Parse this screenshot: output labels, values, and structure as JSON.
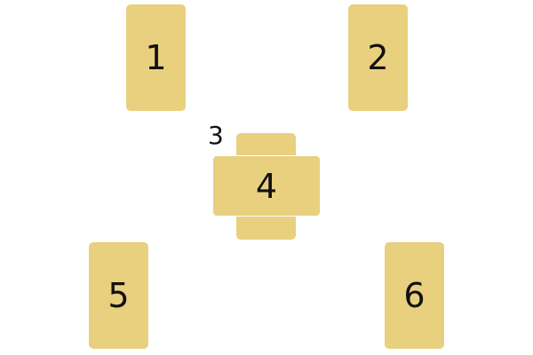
{
  "color": "#e8d07e",
  "cards": [
    {
      "label": "1"
    },
    {
      "label": "2"
    },
    {
      "label": "3"
    },
    {
      "label": "4"
    },
    {
      "label": "5"
    },
    {
      "label": "6"
    }
  ]
}
